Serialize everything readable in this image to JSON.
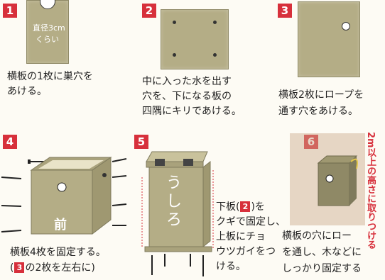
{
  "steps": [
    {
      "number": "1",
      "board_label_line1": "直径3cm",
      "board_label_line2": "くらい",
      "caption_line1": "横板の1枚に巣穴を",
      "caption_line2": "あける。"
    },
    {
      "number": "2",
      "caption_line1": "中に入った水を出す",
      "caption_line2": "穴を、下になる板の",
      "caption_line3": "四隅にキリであける。"
    },
    {
      "number": "3",
      "caption_line1": "横板2枚にロープを",
      "caption_line2": "通す穴をあける。"
    },
    {
      "number": "4",
      "box_front_label": "前",
      "caption_line1": "横板4枚を固定する。",
      "caption_open": "(",
      "caption_ref": "3",
      "caption_rest": "の2枚を左右に)"
    },
    {
      "number": "5",
      "box_back_label": "うしろ",
      "caption_line1_a": "下板(",
      "caption_ref": "2",
      "caption_line1_b": ")を",
      "caption_line2": "クギで固定し、",
      "caption_line3": "上板にチョ",
      "caption_line4": "ウツガイをつ",
      "caption_line5": "ける。"
    },
    {
      "number": "6",
      "vertical_note": "2m以上の高さに取りつける",
      "caption_line1": "横板の穴にロー",
      "caption_line2": "を通し、木などに",
      "caption_line3": "しっかり固定する"
    }
  ],
  "colors": {
    "accent": "#d7303b",
    "board": "#b4ad86",
    "background": "#fdfbf4"
  }
}
